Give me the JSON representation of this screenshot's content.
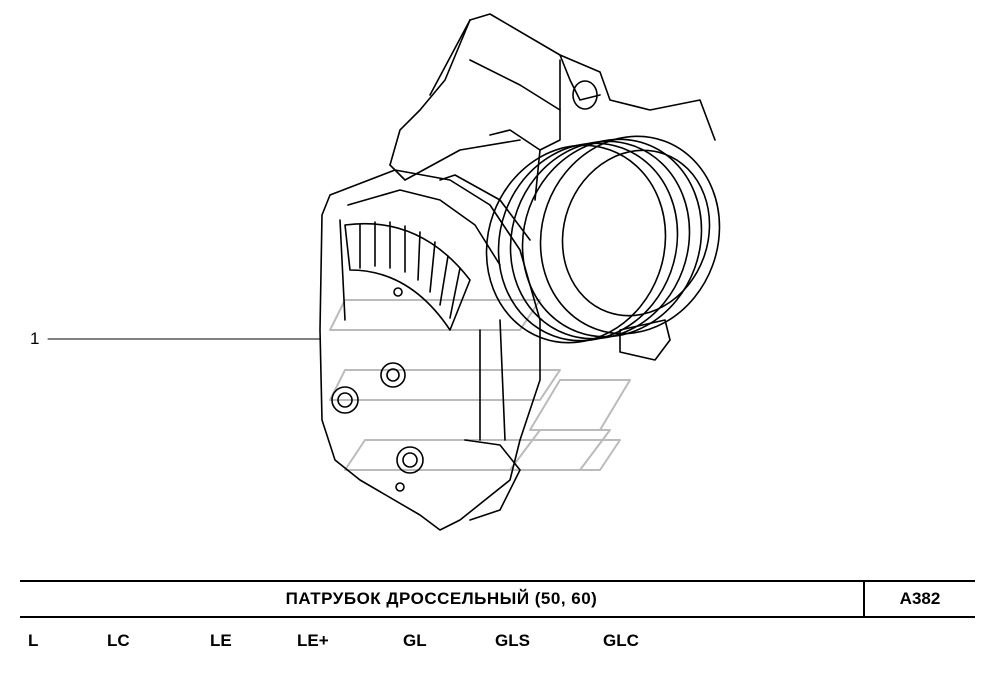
{
  "callout": "1",
  "title": "ПАТРУБОК  ДРОССЕЛЬНЫЙ (50, 60)",
  "code": "A382",
  "variants": [
    "L",
    "LC",
    "LE",
    "LE+",
    "GL",
    "GLS",
    "GLC"
  ]
}
